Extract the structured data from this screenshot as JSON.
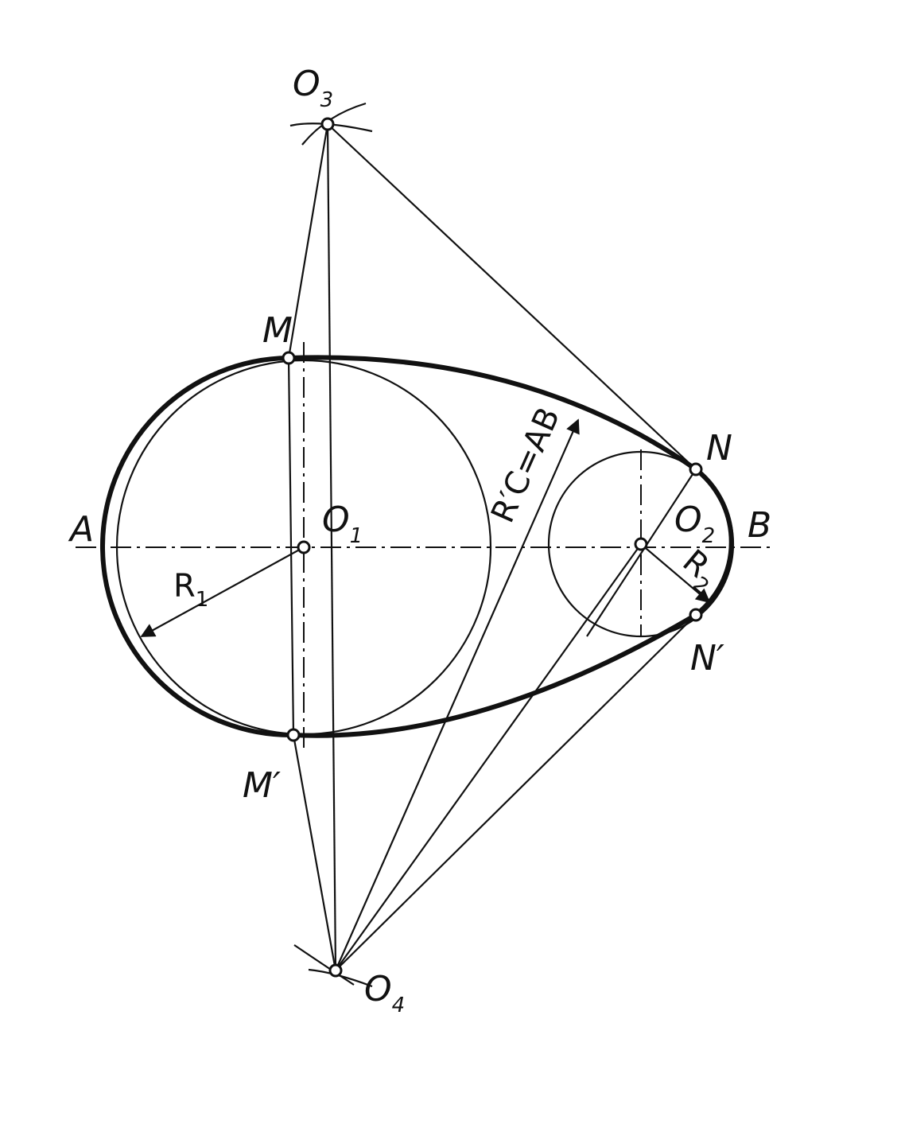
{
  "labels": {
    "A": "A",
    "B": "B",
    "M": "M",
    "M_prime": "M′",
    "N": "N",
    "N_prime": "N′",
    "O1": "O",
    "O1_sub": "1",
    "O2": "O",
    "O2_sub": "2",
    "O3": "O",
    "O3_sub": "3",
    "O4": "O",
    "O4_sub": "4",
    "R1": "R",
    "R1_sub": "1",
    "R2": "R",
    "R2_sub": "2",
    "RC_eq_AB": "R′C=AB"
  },
  "colors": {
    "ink": "#111111",
    "background": "#ffffff"
  }
}
